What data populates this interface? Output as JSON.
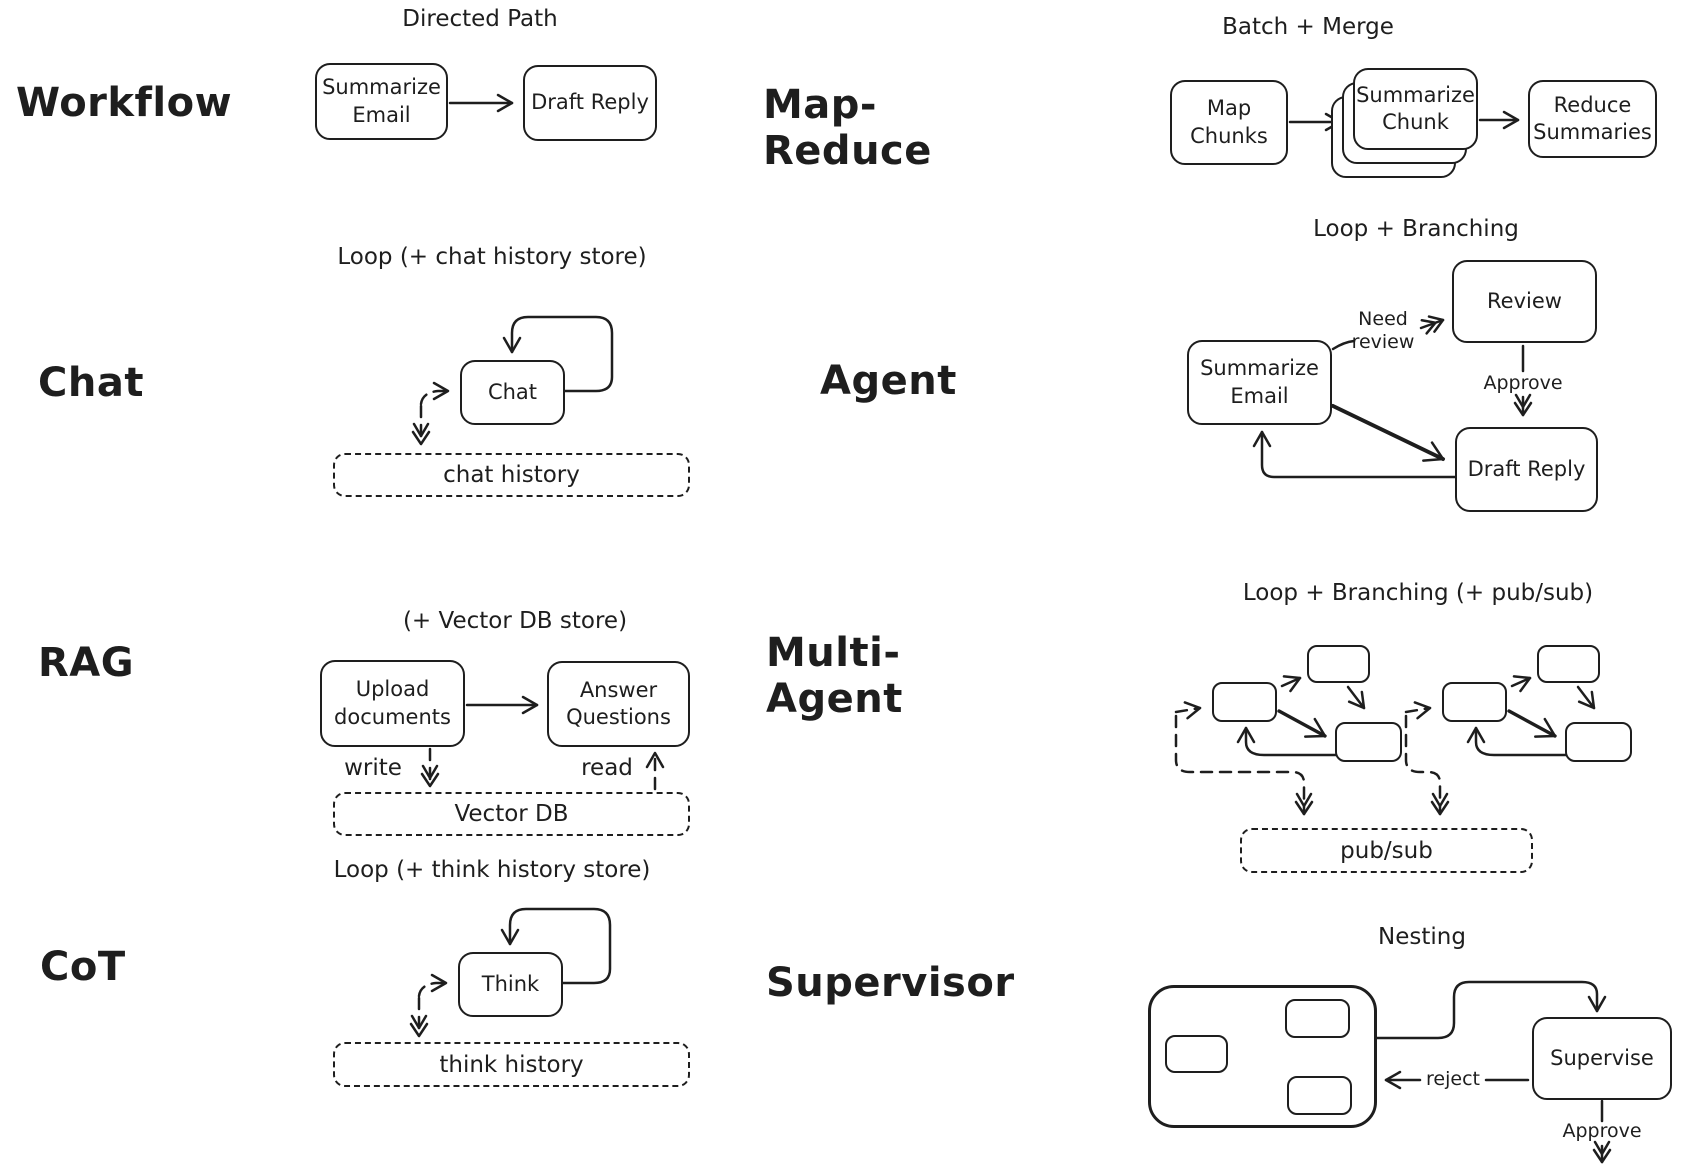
{
  "colors": {
    "background": "#ffffff",
    "ink": "#1e1e1e"
  },
  "sections": [
    {
      "label": "Workflow",
      "pattern": "Directed Path",
      "nodes": {
        "summarize": "Summarize Email",
        "draft": "Draft Reply"
      }
    },
    {
      "label": "Map-Reduce",
      "pattern": "Batch + Merge",
      "nodes": {
        "map": "Map Chunks",
        "summarize": "Summarize Chunk",
        "reduce": "Reduce Summaries"
      }
    },
    {
      "label": "Chat",
      "pattern": "Loop (+ chat history store)",
      "nodes": {
        "chat": "Chat"
      },
      "store": "chat history"
    },
    {
      "label": "Agent",
      "pattern": "Loop + Branching",
      "nodes": {
        "summarize": "Summarize Email",
        "review": "Review",
        "draft": "Draft Reply"
      },
      "edges": {
        "need_review": "Need review",
        "approve": "Approve"
      }
    },
    {
      "label": "RAG",
      "pattern": "(+ Vector DB store)",
      "nodes": {
        "upload": "Upload documents",
        "answer": "Answer Questions"
      },
      "store": "Vector DB",
      "edges": {
        "write": "write",
        "read": "read"
      }
    },
    {
      "label": "Multi-Agent",
      "pattern": "Loop + Branching (+ pub/sub)",
      "store": "pub/sub"
    },
    {
      "label": "CoT",
      "pattern": "Loop (+ think history store)",
      "nodes": {
        "think": "Think"
      },
      "store": "think history"
    },
    {
      "label": "Supervisor",
      "pattern": "Nesting",
      "nodes": {
        "supervise": "Supervise"
      },
      "edges": {
        "reject": "reject",
        "approve": "Approve"
      }
    }
  ]
}
